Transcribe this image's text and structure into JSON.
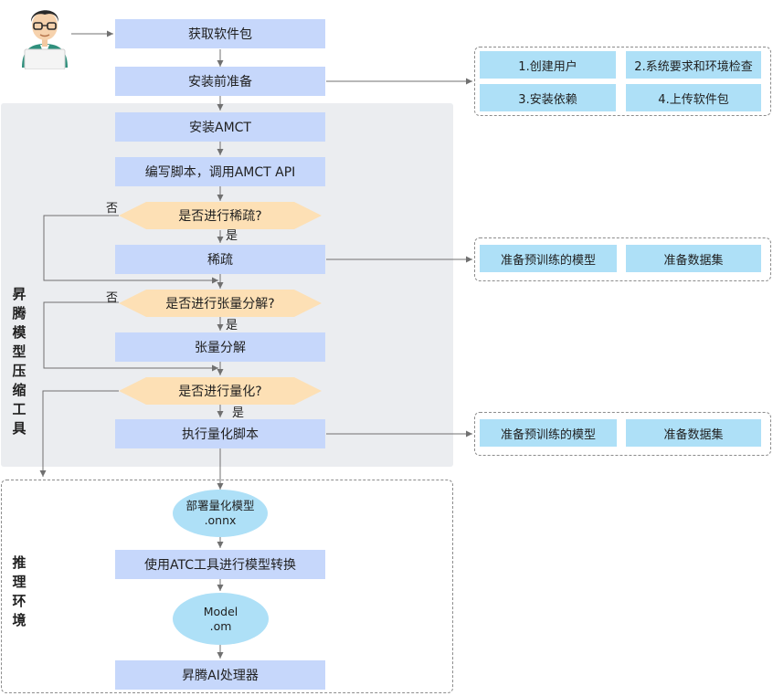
{
  "steps": {
    "get_package": "获取软件包",
    "pre_install": "安装前准备",
    "install_amct": "安装AMCT",
    "write_script": "编写脚本，调用AMCT API",
    "sparsify": "稀疏",
    "tensor_decompose": "张量分解",
    "run_quant_script": "执行量化脚本",
    "use_atc": "使用ATC工具进行模型转换",
    "ascend_processor": "昇腾AI处理器"
  },
  "decisions": {
    "sparse_q": "是否进行稀疏?",
    "decompose_q": "是否进行张量分解?",
    "quant_q": "是否进行量化?",
    "yes": "是",
    "no": "否"
  },
  "artifacts": {
    "deploy_model": [
      "部署量化模型",
      ".onnx"
    ],
    "model_om": [
      "Model",
      ".om"
    ]
  },
  "pre_install_items": [
    "1.创建用户",
    "2.系统要求和环境检查",
    "3.安装依赖",
    "4.上传软件包"
  ],
  "prep_items": {
    "pretrained_model": "准备预训练的模型",
    "dataset": "准备数据集"
  },
  "panels": {
    "toolkit": [
      "昇",
      "腾",
      "模",
      "型",
      "压",
      "缩",
      "工",
      "具"
    ],
    "inference": [
      "推",
      "理",
      "环",
      "境"
    ]
  },
  "colors": {
    "step_fill": "#c6d7fb",
    "item_fill": "#aee0f7",
    "decision_fill": "#fde0b5",
    "panel_fill": "#ebedf0",
    "line": "#707070"
  }
}
